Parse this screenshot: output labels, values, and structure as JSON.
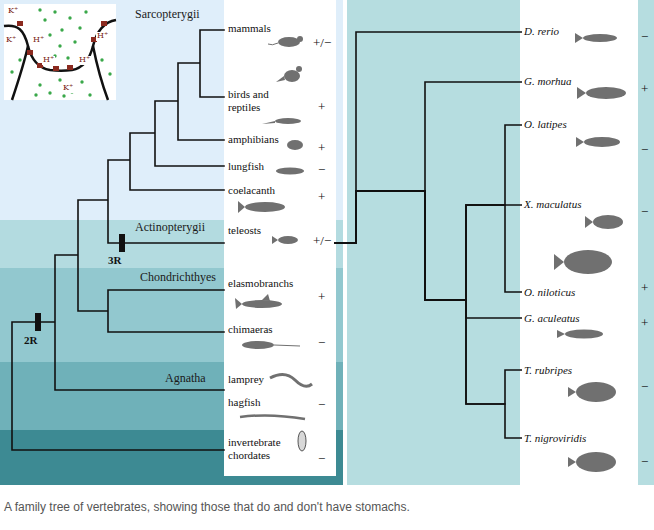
{
  "diagram": {
    "caption": "A family tree of vertebrates, showing those that do and don't have stomachs.",
    "nodes": [
      {
        "text": [
          "Sarcopterygii"
        ]
      },
      {
        "text": [
          "mammals",
          "+/−"
        ],
        "in": 0
      },
      {
        "text": [
          "birds and reptiles",
          "+"
        ],
        "in": 0
      },
      {
        "text": [
          "amphibians",
          "+"
        ],
        "in": 0
      },
      {
        "text": [
          "lungfish",
          "−"
        ],
        "in": 0
      },
      {
        "text": [
          "coelacanth",
          "+"
        ],
        "in": 0
      },
      {
        "text": [
          "Actinopterygii"
        ]
      },
      {
        "text": [
          "teleosts",
          "+/−"
        ],
        "in": 6
      },
      {
        "text": [
          "Chondrichthyes"
        ]
      },
      {
        "text": [
          "elasmobranchs",
          "+"
        ],
        "in": 8
      },
      {
        "text": [
          "chimaeras",
          "−"
        ],
        "in": 8
      },
      {
        "text": [
          "Agnatha"
        ]
      },
      {
        "text": [
          "lamprey",
          "hagfish",
          "−"
        ],
        "in": 11
      },
      {
        "text": [
          "invertebrate chordates",
          "−"
        ]
      },
      {
        "text": [
          "D. rerio",
          "−"
        ]
      },
      {
        "text": [
          "G. morhua",
          "+"
        ]
      },
      {
        "text": [
          "O. latipes",
          "−"
        ]
      },
      {
        "text": [
          "X. maculatus",
          "−"
        ]
      },
      {
        "text": [
          "O. niloticus",
          "+"
        ]
      },
      {
        "text": [
          "G. aculeatus",
          "+"
        ]
      },
      {
        "text": [
          "T. rubripes",
          "−"
        ]
      },
      {
        "text": [
          "T. nigroviridis",
          "−"
        ]
      }
    ],
    "edges": [
      {
        "from": 7,
        "to": 14,
        "arrow": "none"
      },
      {
        "from": 7,
        "to": 15,
        "arrow": "none"
      },
      {
        "from": 7,
        "to": 16,
        "arrow": "none"
      },
      {
        "from": 7,
        "to": 17,
        "arrow": "none"
      },
      {
        "from": 7,
        "to": 18,
        "arrow": "none"
      },
      {
        "from": 7,
        "to": 19,
        "arrow": "none"
      },
      {
        "from": 7,
        "to": 20,
        "arrow": "none"
      },
      {
        "from": 7,
        "to": 21,
        "arrow": "none"
      }
    ],
    "labels": [
      "2R",
      "3R",
      "K⁺",
      "K⁺",
      "H⁺",
      "H⁺",
      "K⁺",
      "H⁺",
      "H⁺"
    ]
  }
}
